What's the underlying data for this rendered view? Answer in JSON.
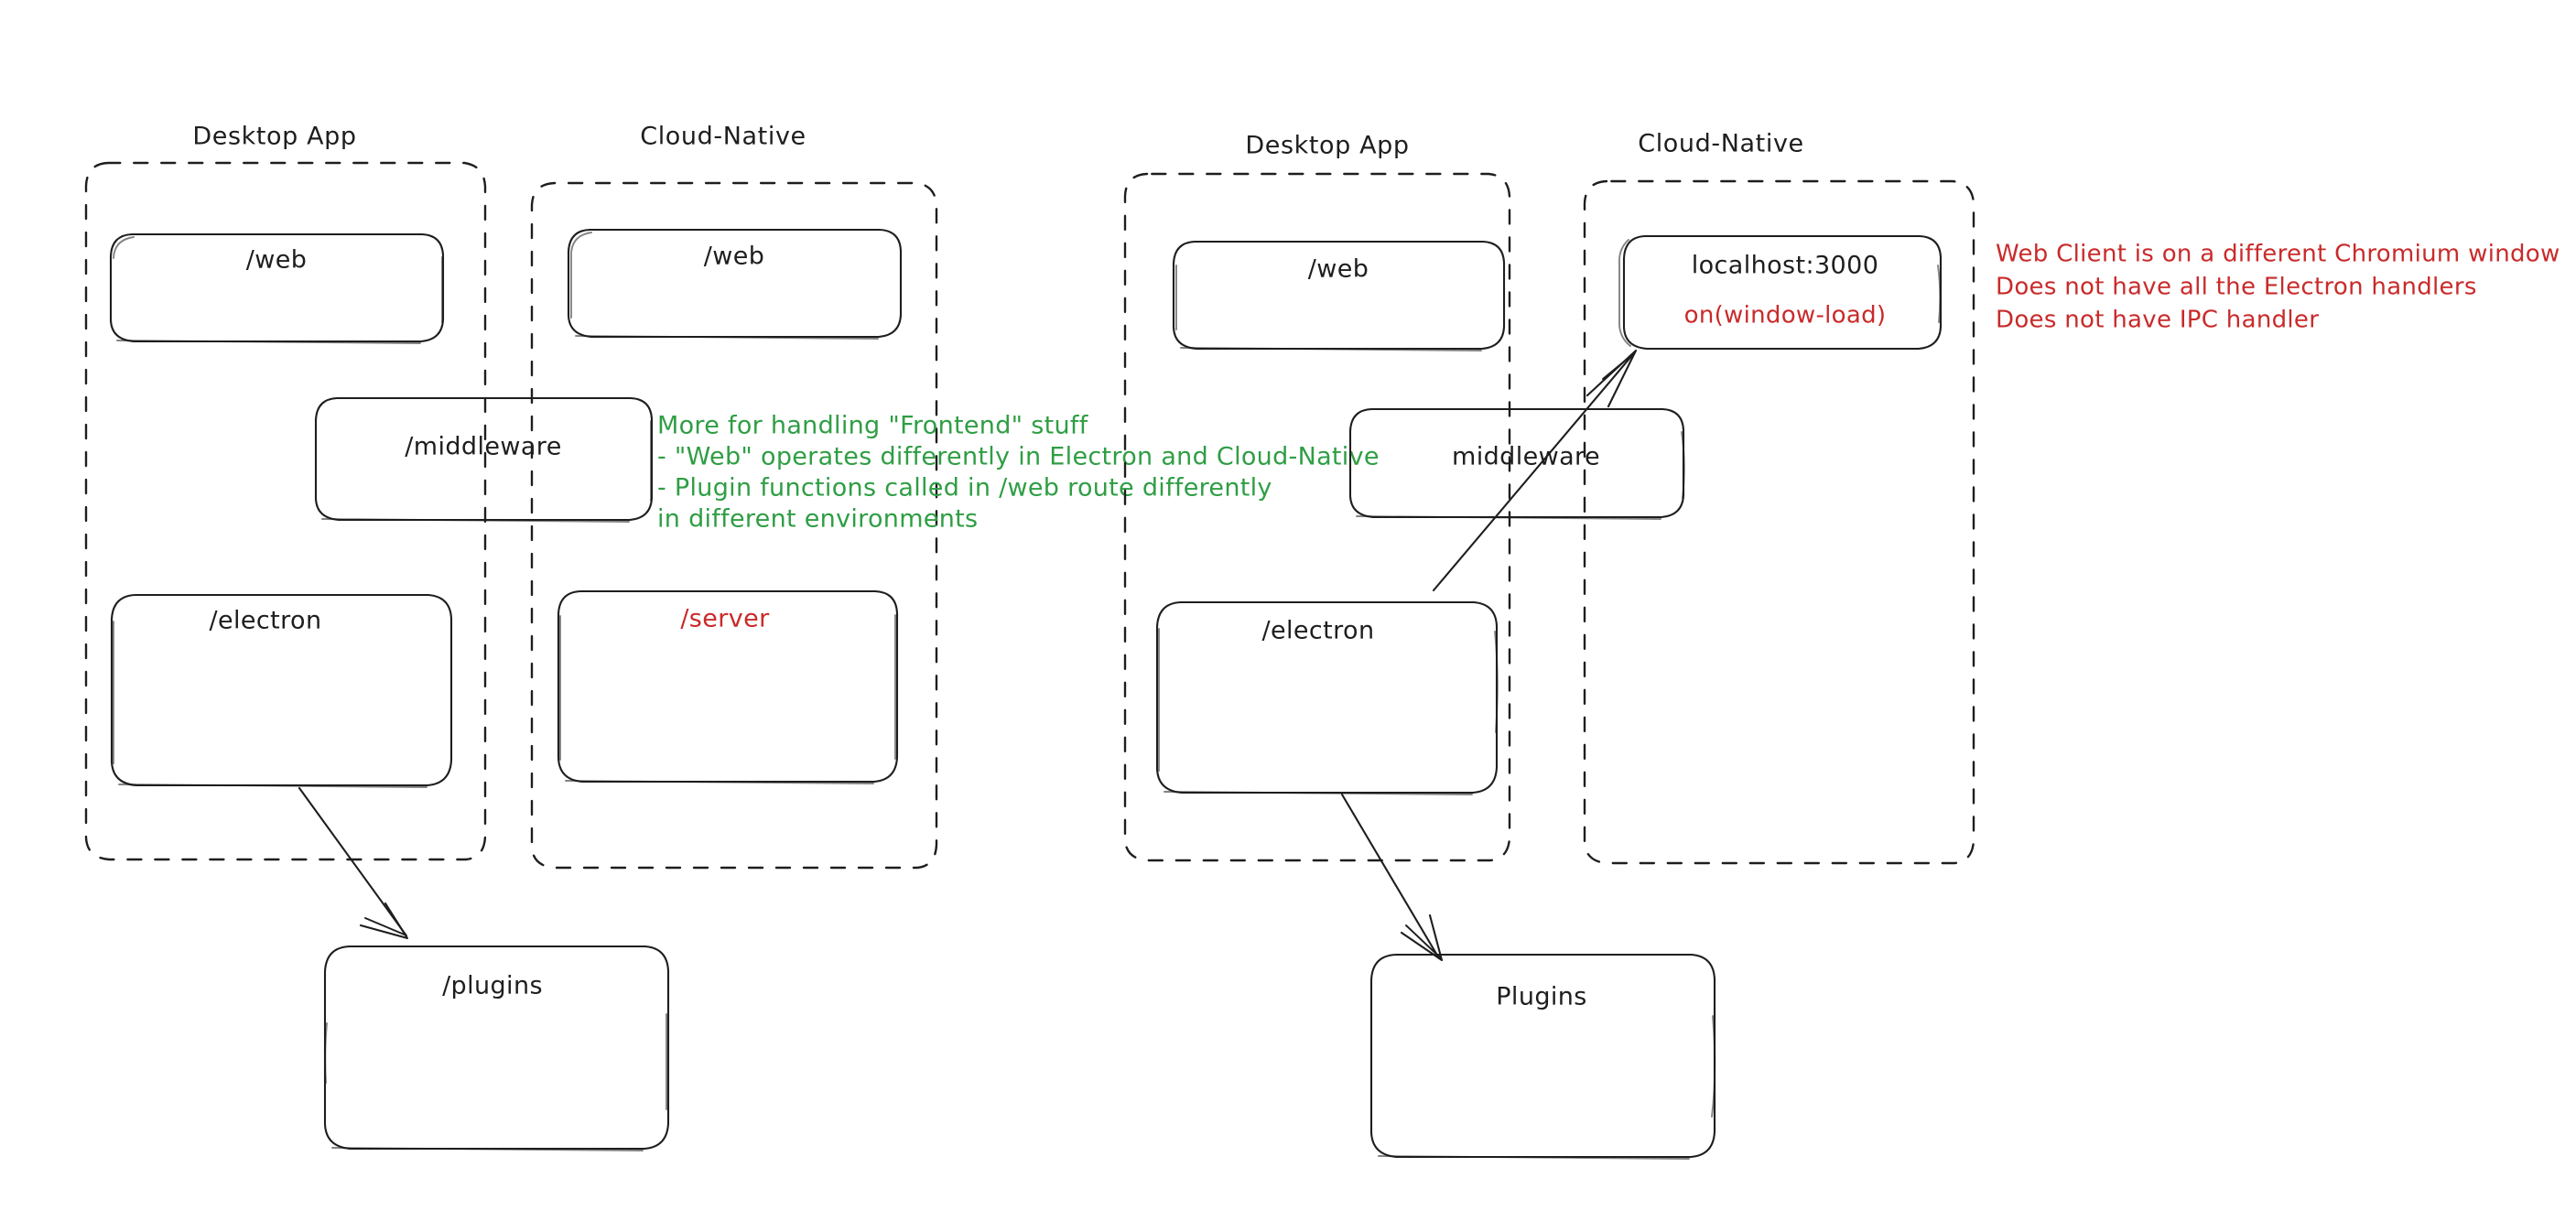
{
  "diagram": {
    "title": "Electron Desktop App vs Cloud-Native architecture comparison",
    "colors": {
      "ink": "#1e1e1e",
      "green": "#2f9e44",
      "red": "#c92a2a",
      "background": "#ffffff"
    },
    "panels": [
      {
        "id": "left",
        "groups": [
          {
            "id": "left-desktop",
            "label": "Desktop App"
          },
          {
            "id": "left-cloud",
            "label": "Cloud-Native"
          }
        ],
        "boxes": [
          {
            "id": "left-desktop-web",
            "label": "/web",
            "color": "ink"
          },
          {
            "id": "left-cloud-web",
            "label": "/web",
            "color": "ink"
          },
          {
            "id": "left-middleware",
            "label": "/middleware",
            "color": "ink"
          },
          {
            "id": "left-electron",
            "label": "/electron",
            "color": "ink"
          },
          {
            "id": "left-server",
            "label": "/server",
            "color": "red"
          },
          {
            "id": "left-plugins",
            "label": "/plugins",
            "color": "ink"
          }
        ]
      },
      {
        "id": "right",
        "groups": [
          {
            "id": "right-desktop",
            "label": "Desktop App"
          },
          {
            "id": "right-cloud",
            "label": "Cloud-Native"
          }
        ],
        "boxes": [
          {
            "id": "right-desktop-web",
            "label": "/web",
            "color": "ink"
          },
          {
            "id": "right-localhost",
            "label": "localhost:3000",
            "sublabel": "on(window-load)",
            "color": "ink",
            "sublabel_color": "red"
          },
          {
            "id": "right-middleware",
            "label": "middleware",
            "color": "ink"
          },
          {
            "id": "right-electron",
            "label": "/electron",
            "color": "ink"
          },
          {
            "id": "right-plugins",
            "label": "Plugins",
            "color": "ink"
          }
        ]
      }
    ],
    "notes": {
      "green": {
        "color": "#2f9e44",
        "lines": [
          "More for handling \"Frontend\" stuff",
          "- \"Web\" operates differently in Electron and Cloud-Native",
          "- Plugin functions called in /web route differently",
          "in different environments"
        ]
      },
      "red": {
        "color": "#c92a2a",
        "lines": [
          "Web Client is on a different Chromium window",
          "Does not have all the Electron handlers",
          "Does not have IPC handler"
        ]
      }
    },
    "arrows": [
      {
        "id": "left-electron-to-plugins",
        "from": "left-electron",
        "to": "left-plugins"
      },
      {
        "id": "right-electron-to-plugins",
        "from": "right-electron",
        "to": "right-plugins"
      },
      {
        "id": "right-electron-to-localhost",
        "from": "right-electron",
        "to": "right-localhost"
      }
    ]
  }
}
